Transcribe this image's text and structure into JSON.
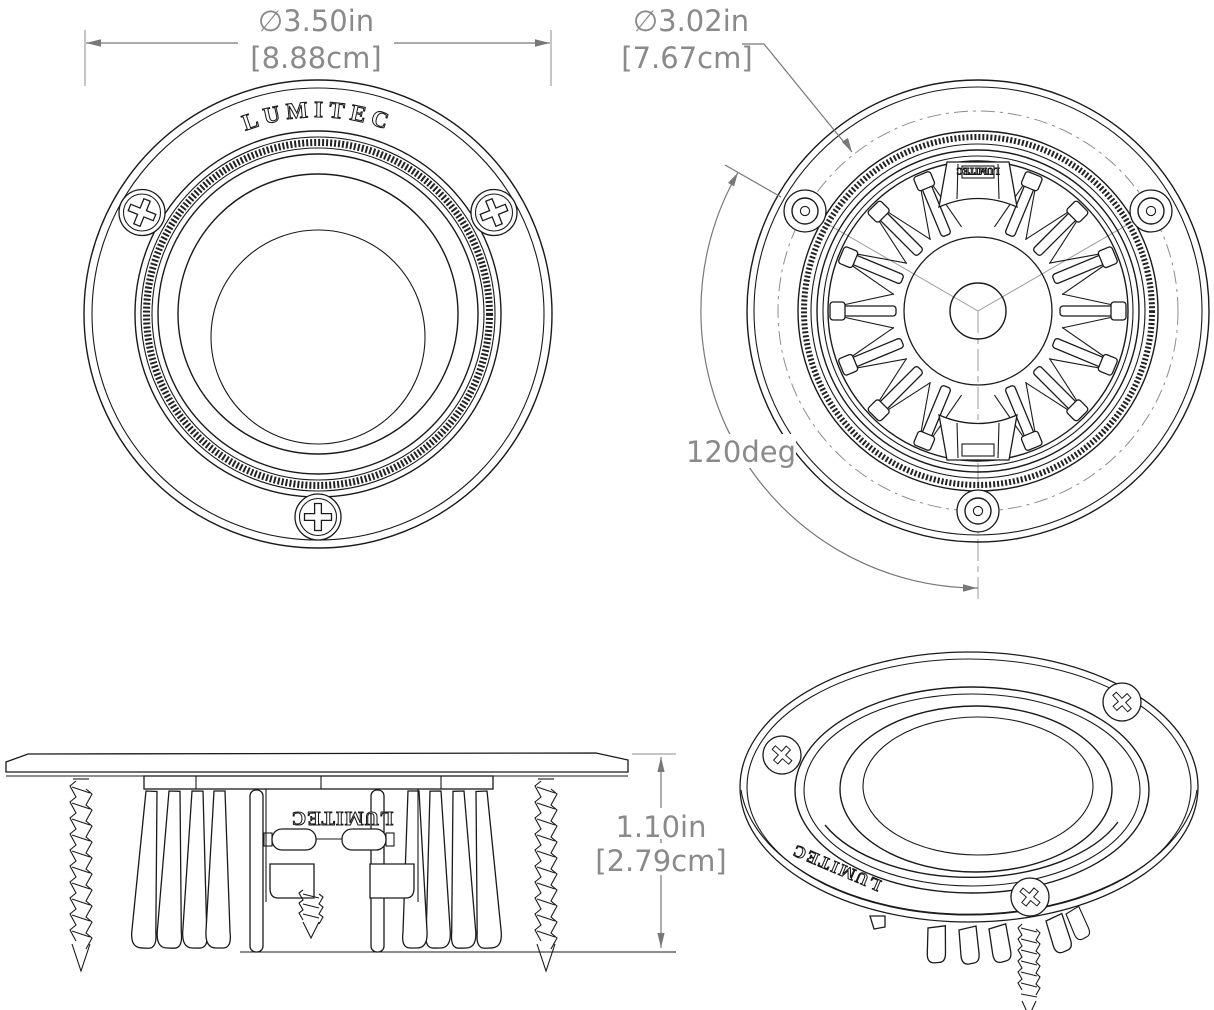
{
  "drawing": {
    "type": "technical-dimension-drawing",
    "subject": "Lumitec round LED down light, four orthographic/perspective views",
    "colors": {
      "line": "#1a1a1a",
      "dimension": "#787878",
      "dimension_text": "#8a8a8a",
      "background": "#ffffff"
    },
    "views": {
      "front": {
        "brand": "LUMITEC",
        "dim_diameter_in": "∅3.50in",
        "dim_diameter_cm": "[8.88cm]"
      },
      "back": {
        "dim_bolt_circle_in": "∅3.02in",
        "dim_bolt_circle_cm": "[7.67cm]",
        "dim_beam_angle": "120deg",
        "brand_small": "LUMITEC"
      },
      "side": {
        "brand": "LUMITEC",
        "dim_height_in": "1.10in",
        "dim_height_cm": "[2.79cm]"
      },
      "perspective": {
        "brand": "LUMITEC"
      }
    }
  }
}
